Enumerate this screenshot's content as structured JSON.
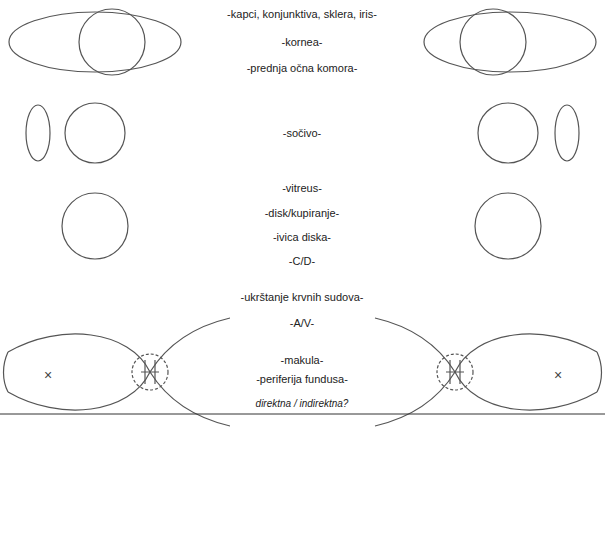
{
  "diagram": {
    "labels": [
      "-kapci, konjunktiva, sklera, iris-",
      "-kornea-",
      "-prednja očna komora-",
      "-sočivo-",
      "-vitreus-",
      "-disk/kupiranje-",
      "-ivica diska-",
      "-C/D-",
      "-ukrštanje krvnih sudova-",
      "-A/V-",
      "×",
      "×",
      "-makula-",
      "-periferija fundusa-",
      "direktna / indirektna?"
    ]
  }
}
